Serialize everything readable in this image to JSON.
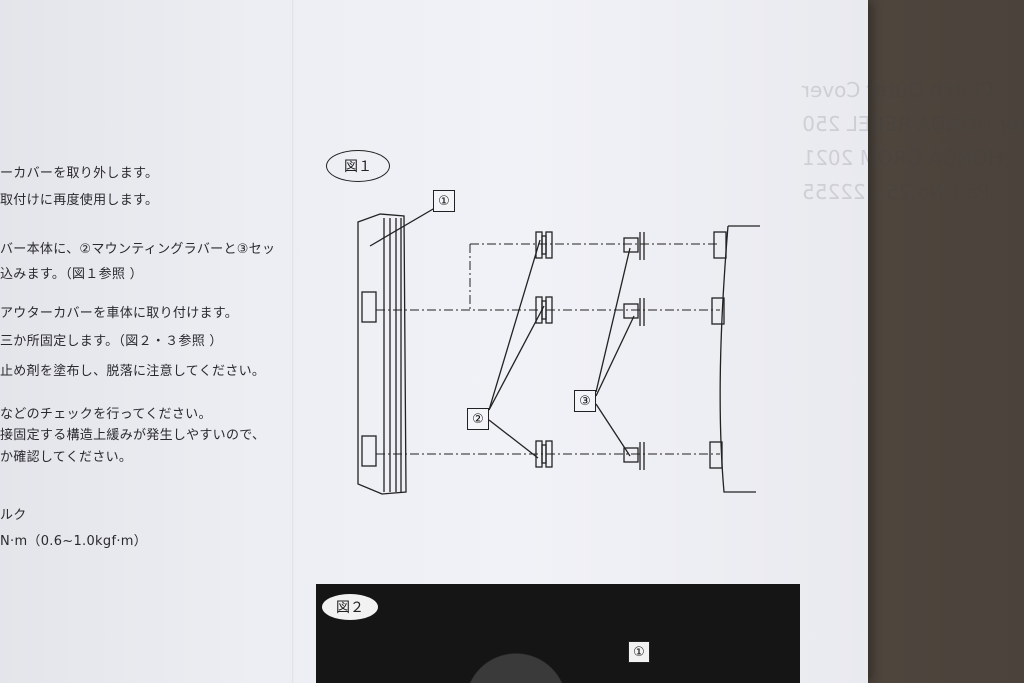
{
  "instructions": [
    "ーカバーを取り外します。",
    "取付けに再度使用します。",
    "バー本体に、②マウンティングラバーと③セッ",
    "込みます。（図１参照 ）",
    "アウターカバーを車体に取り付けます。",
    "三か所固定します。（図２・３参照 ）",
    "止め剤を塗布し、脱落に注意してください。",
    "などのチェックを行ってください。",
    "接固定する構造上緩みが発生しやすいので、",
    "か確認してください。",
    "ルク",
    "N·m（0.6~1.0kgf·m）"
  ],
  "ghost_text": [
    "Clutch Outer Cover",
    "for HONDA REBEL 250",
    "HONDA GROM 2021",
    "Part No.25 - 22255"
  ],
  "figure1": {
    "label": "図１",
    "callout_1": "①",
    "callout_2": "②",
    "callout_3": "③"
  },
  "figure2": {
    "label": "図２",
    "callout_1": "①"
  },
  "colors": {
    "paper": "#eceef3",
    "ink": "#222222",
    "wood": "#574e45"
  }
}
